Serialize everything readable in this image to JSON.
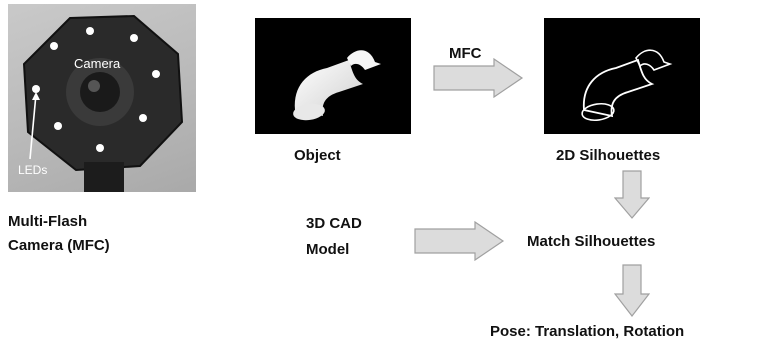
{
  "photo": {
    "camera_label": "Camera",
    "leds_label": "LEDs",
    "caption_line1": "Multi-Flash",
    "caption_line2": "Camera (MFC)"
  },
  "object_panel": {
    "caption": "Object"
  },
  "mfc_arrow": {
    "label": "MFC"
  },
  "silhouette_panel": {
    "caption": "2D Silhouettes"
  },
  "cad": {
    "line1": "3D CAD",
    "line2": "Model"
  },
  "match": {
    "label": "Match Silhouettes"
  },
  "pose": {
    "label": "Pose: Translation, Rotation"
  },
  "colors": {
    "arrow_fill": "#dcdcdc",
    "arrow_stroke": "#a0a0a0",
    "panel_bg": "#000000"
  }
}
